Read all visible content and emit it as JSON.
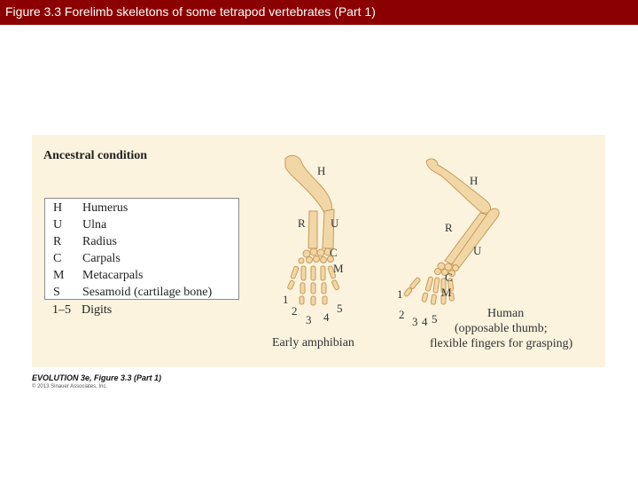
{
  "slide": {
    "title": "Figure 3.3  Forelimb skeletons of some tetrapod vertebrates (Part 1)"
  },
  "figure": {
    "heading": "Ancestral condition",
    "legend": [
      {
        "abbr": "H",
        "name": "Humerus"
      },
      {
        "abbr": "U",
        "name": "Ulna"
      },
      {
        "abbr": "R",
        "name": "Radius"
      },
      {
        "abbr": "C",
        "name": "Carpals"
      },
      {
        "abbr": "M",
        "name": "Metacarpals"
      },
      {
        "abbr": "S",
        "name": "Sesamoid (cartilage bone)"
      },
      {
        "abbr": "1–5",
        "name": "Digits"
      }
    ],
    "amphibian": {
      "caption": "Early amphibian",
      "labels": {
        "H": "H",
        "R": "R",
        "U": "U",
        "C": "C",
        "M": "M"
      },
      "digits": [
        "1",
        "2",
        "3",
        "4",
        "5"
      ]
    },
    "human": {
      "caption_line1": "Human",
      "caption_line2": "(opposable thumb;",
      "caption_line3": "flexible fingers for grasping)",
      "labels": {
        "H": "H",
        "R": "R",
        "U": "U",
        "C": "C",
        "M": "M"
      },
      "digits": [
        "1",
        "2",
        "3",
        "4",
        "5"
      ]
    },
    "colors": {
      "bone": "#f2d7a6",
      "bone_outline": "#c89a5a",
      "panel": "#fbf3dd",
      "title_bar": "#8b0000"
    }
  },
  "source": {
    "line": "EVOLUTION 3e, Figure 3.3 (Part 1)",
    "copyright": "© 2013 Sinauer Associates, Inc."
  }
}
